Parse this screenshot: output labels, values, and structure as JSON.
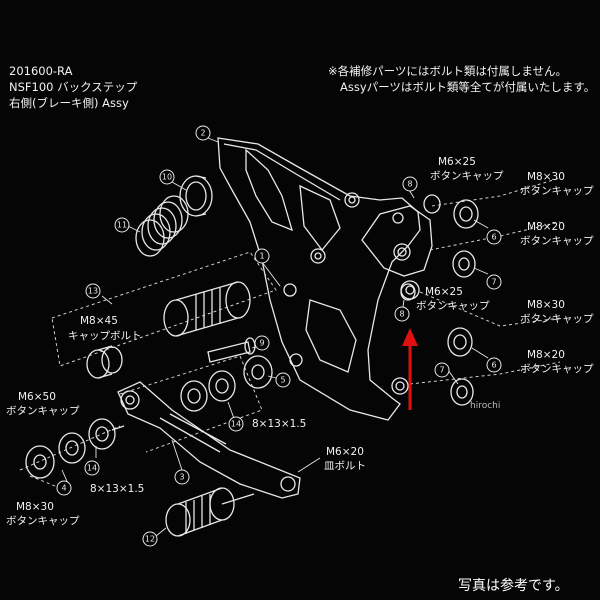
{
  "header": {
    "code": "201600-RA",
    "model": "NSF100 バックステップ",
    "side": "右側(ブレーキ側) Assy"
  },
  "notice": {
    "line1": "※各補修パーツにはボルト類は付属しません。",
    "line2": "Assyパーツはボルト類等全てが付属いたします。"
  },
  "labels": {
    "m6x25_top": "M6×25",
    "button_cap_top": "ボタンキャップ",
    "m8x30_a": "M8×30",
    "button_cap_a": "ボタンキャップ",
    "m8x20_a": "M8×20",
    "button_cap_b": "ボタンキャップ",
    "m6x25_mid": "M6×25",
    "button_cap_mid": "ボタンキャップ",
    "m8x30_b": "M8×30",
    "button_cap_c": "ボタンキャップ",
    "m8x20_b": "M8×20",
    "button_cap_d": "ボタンキャップ",
    "m8x45": "M8×45",
    "cap_bolt": "キャップボルト",
    "m6x50": "M6×50",
    "button_cap_left": "ボタンキャップ",
    "m8x30_bottom": "M8×30",
    "button_cap_bottom": "ボタンキャップ",
    "collar_a": "8×13×1.5",
    "collar_b": "8×13×1.5",
    "m6x20": "M6×20",
    "countersunk": "皿ボルト"
  },
  "part_numbers": [
    "1",
    "2",
    "3",
    "4",
    "5",
    "6",
    "7",
    "8",
    "9",
    "10",
    "11",
    "12",
    "13",
    "14"
  ],
  "watermark": "hirochi",
  "footer": "写真は参考です。",
  "colors": {
    "background": "#050505",
    "line": "#e8e8e8",
    "arrow": "#e01010"
  }
}
